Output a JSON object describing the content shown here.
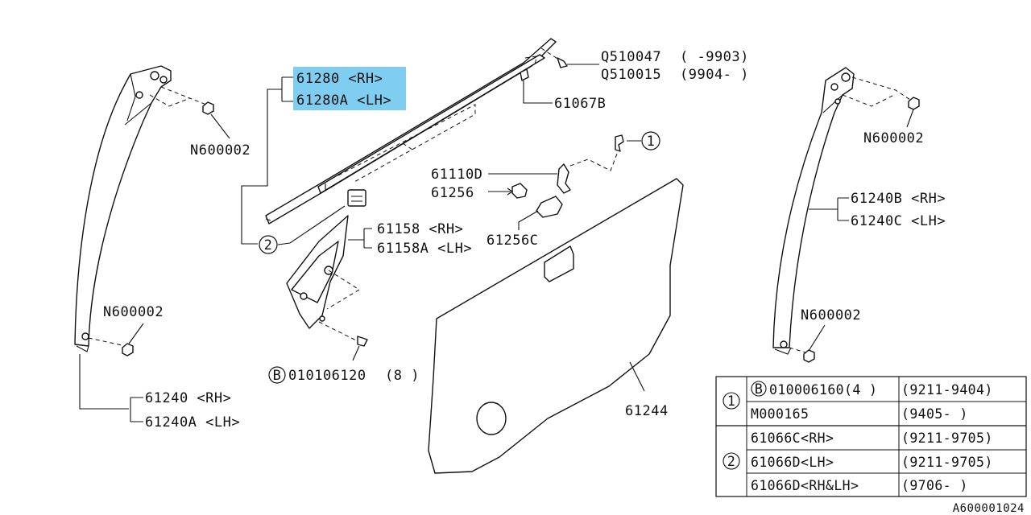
{
  "diagram_id": "A600001024",
  "labels": {
    "window_run_rh": "61280  <RH>",
    "window_run_lh": "61280A <LH>",
    "q1_part": "Q510047",
    "q1_date": "(   -9903)",
    "q2_part": "Q510015",
    "q2_date": "(9904-   )",
    "clip_top": "61067B",
    "nut_left_top": "N600002",
    "nut_left_bottom": "N600002",
    "nut_right_top": "N600002",
    "nut_right_bottom": "N600002",
    "part_61110d": "61110D",
    "part_61256": "61256",
    "part_61256c": "61256C",
    "sash_rh": "61158  <RH>",
    "sash_lh": "61158A <LH>",
    "channel_right_rh": "61240B <RH>",
    "channel_right_lh": "61240C <LH>",
    "channel_left_rh": "61240  <RH>",
    "channel_left_lh": "61240A <LH>",
    "trim_panel": "61244",
    "bolt_b_part": "010106120",
    "bolt_b_qty": "(8 )",
    "marker_b": "B",
    "callout_1": "1",
    "callout_2": "2"
  },
  "table": {
    "group1_marker": "1",
    "group2_marker": "2",
    "rows": [
      {
        "prefix": "B",
        "part": "010006160(4 )",
        "date": "(9211-9404)"
      },
      {
        "prefix": "",
        "part": "M000165",
        "date": "(9405-     )"
      },
      {
        "prefix": "",
        "part": "61066C<RH>",
        "date": "(9211-9705)"
      },
      {
        "prefix": "",
        "part": "61066D<LH>",
        "date": "(9211-9705)"
      },
      {
        "prefix": "",
        "part": "61066D<RH&LH>",
        "date": "(9706-     )"
      }
    ]
  },
  "colors": {
    "highlight": "#7fcdf0",
    "line": "#111111"
  }
}
